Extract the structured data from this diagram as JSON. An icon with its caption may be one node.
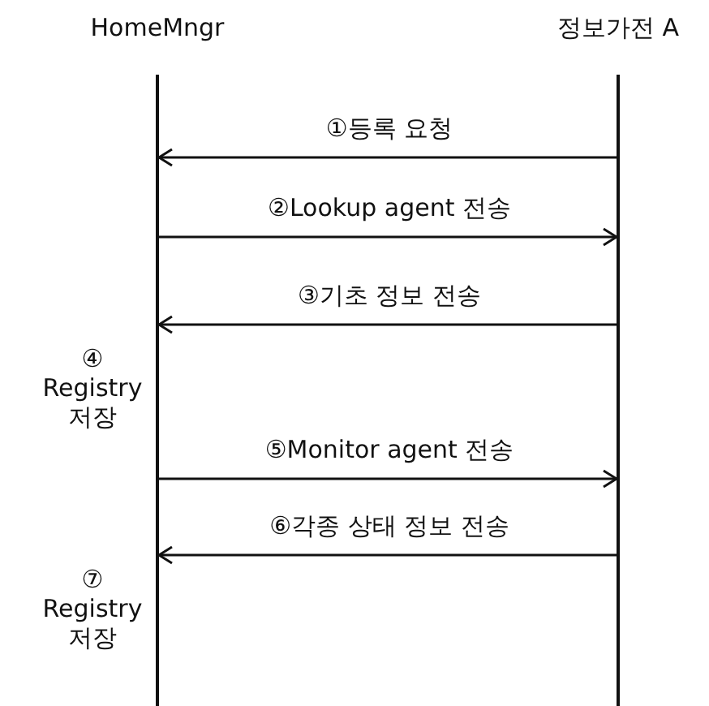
{
  "diagram": {
    "nodes": [
      {
        "text": [
          "HomeMngr"
        ]
      },
      {
        "text": [
          "정보가전 A"
        ]
      },
      {
        "text": [],
        "shape": "bar"
      },
      {
        "text": [],
        "shape": "bar"
      }
    ],
    "edges": [
      {
        "from": 3,
        "to": 2,
        "arrow": "to",
        "label": "①등록 요청"
      },
      {
        "from": 2,
        "to": 3,
        "arrow": "to",
        "label": "②Lookup agent 전송"
      },
      {
        "from": 3,
        "to": 2,
        "arrow": "to",
        "label": "③기초 정보 전송"
      },
      {
        "from": 2,
        "to": 3,
        "arrow": "to",
        "label": "⑤Monitor agent 전송"
      },
      {
        "from": 3,
        "to": 2,
        "arrow": "to",
        "label": "⑥각종 상태 정보 전송"
      }
    ],
    "labels": [
      "④ Registry 저장",
      "⑦ Registry 저장"
    ]
  }
}
